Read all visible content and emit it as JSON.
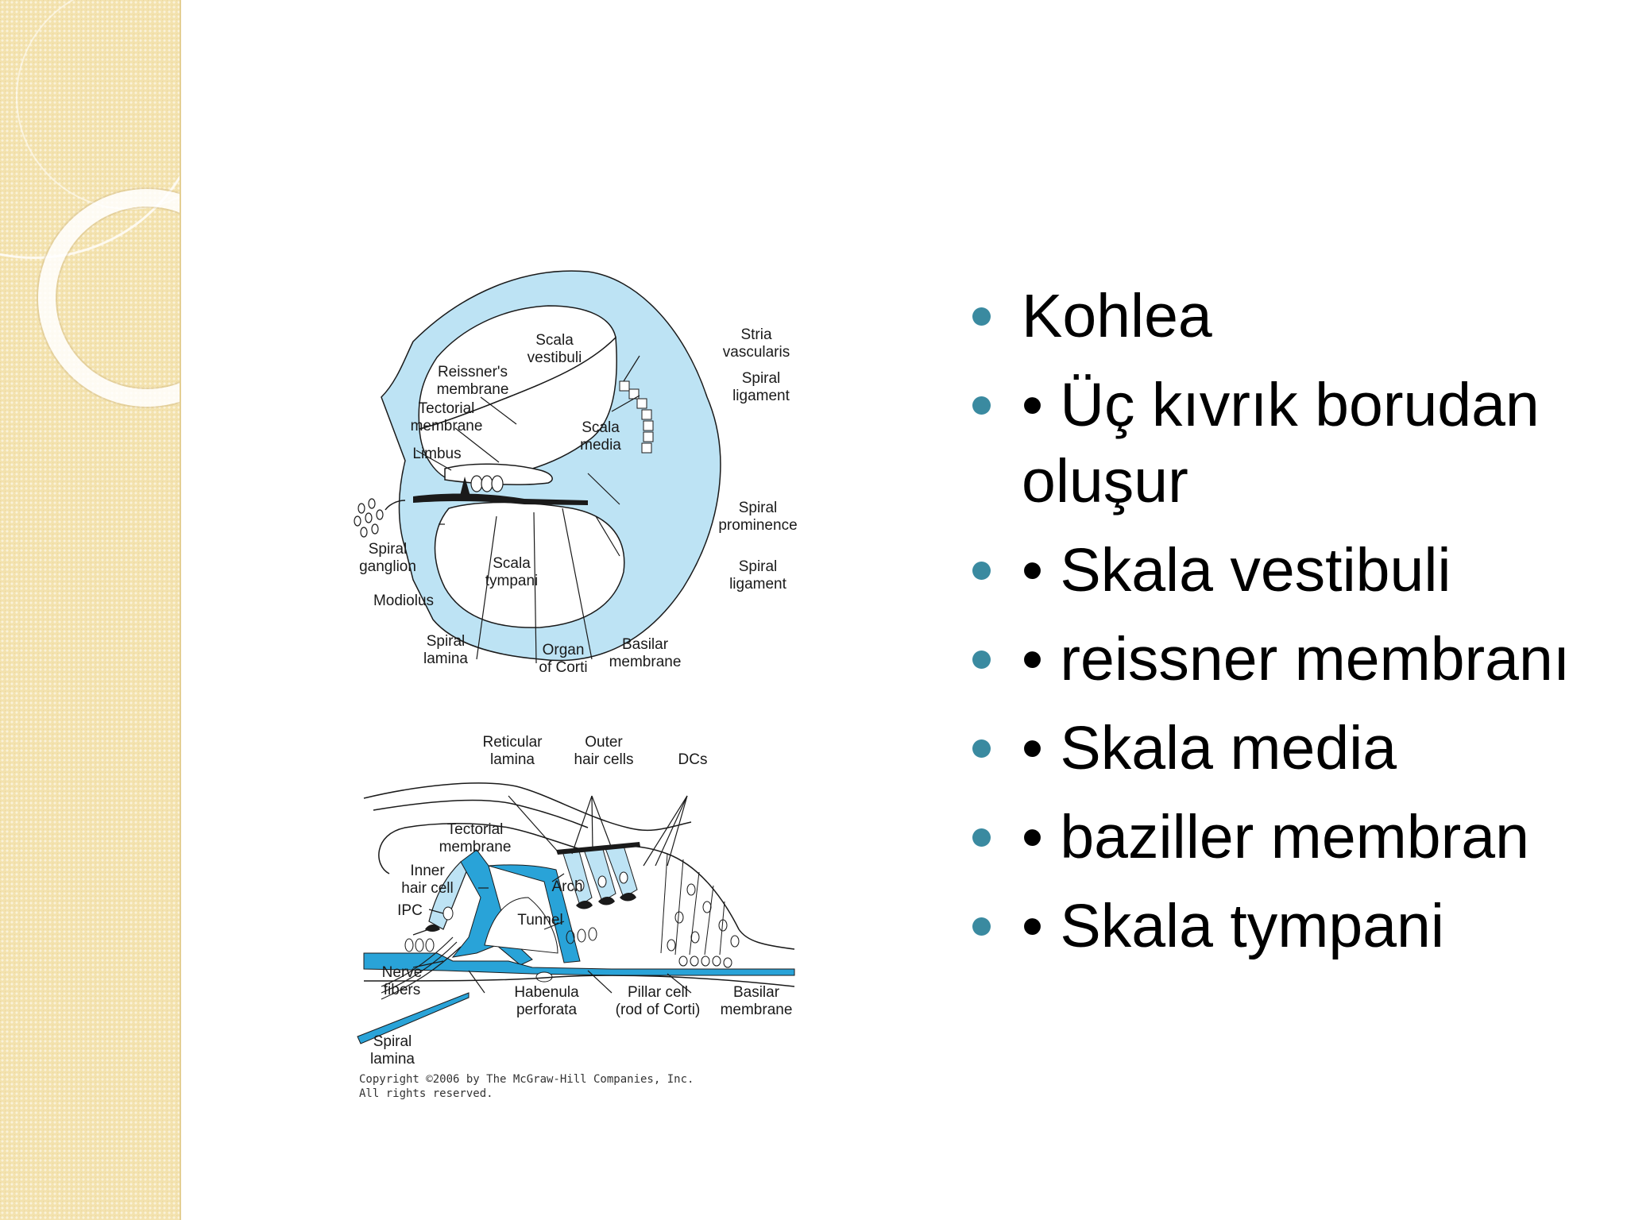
{
  "slide": {
    "bullets": [
      "Kohlea",
      "• Üç kıvrık borudan oluşur",
      "• Skala vestibuli",
      "• reissner membranı",
      "• Skala media",
      "• baziller membran",
      "• Skala tympani"
    ],
    "bullet_color": "#3a8aa0",
    "accent_color": "#f3e2ae"
  },
  "figure": {
    "top_labels": {
      "scala_vestibuli": [
        "Scala",
        "vestibuli"
      ],
      "reissners_membrane": [
        "Reissner's",
        "membrane"
      ],
      "tectorial_membrane": [
        "Tectorial",
        "membrane"
      ],
      "limbus": "Limbus",
      "scala_media": [
        "Scala",
        "media"
      ],
      "stria_vascularis": [
        "Stria",
        "vascularis"
      ],
      "spiral_ligament_top": [
        "Spiral",
        "ligament"
      ],
      "spiral_prominence": [
        "Spiral",
        "prominence"
      ],
      "spiral_ligament_bottom": [
        "Spiral",
        "ligament"
      ],
      "spiral_ganglion": [
        "Spiral",
        "ganglion"
      ],
      "modiolus": "Modiolus",
      "scala_tympani": [
        "Scala",
        "tympani"
      ],
      "spiral_lamina": [
        "Spiral",
        "lamina"
      ],
      "organ_of_corti": [
        "Organ",
        "of Corti"
      ],
      "basilar_membrane": [
        "Basilar",
        "membrane"
      ]
    },
    "bottom_labels": {
      "reticular_lamina": [
        "Reticular",
        "lamina"
      ],
      "outer_hair_cells": [
        "Outer",
        "hair cells"
      ],
      "dcs": "DCs",
      "tectorial_membrane": [
        "Tectorial",
        "membrane"
      ],
      "inner_hair_cell": [
        "Inner",
        "hair cell"
      ],
      "arch": "Arch",
      "ipc": "IPC",
      "tunnel": "Tunnel",
      "nerve_fibers": [
        "Nerve",
        "fibers"
      ],
      "habenula_perforata": [
        "Habenula",
        "perforata"
      ],
      "pillar_cell": [
        "Pillar cell",
        "(rod of Corti)"
      ],
      "basilar_membrane": [
        "Basilar",
        "membrane"
      ],
      "spiral_lamina": [
        "Spiral",
        "lamina"
      ]
    },
    "copyright": [
      "Copyright ©2006 by The McGraw-Hill Companies, Inc.",
      "All rights reserved."
    ],
    "blue": "#bde3f4",
    "deep_blue": "#29a3d8"
  }
}
